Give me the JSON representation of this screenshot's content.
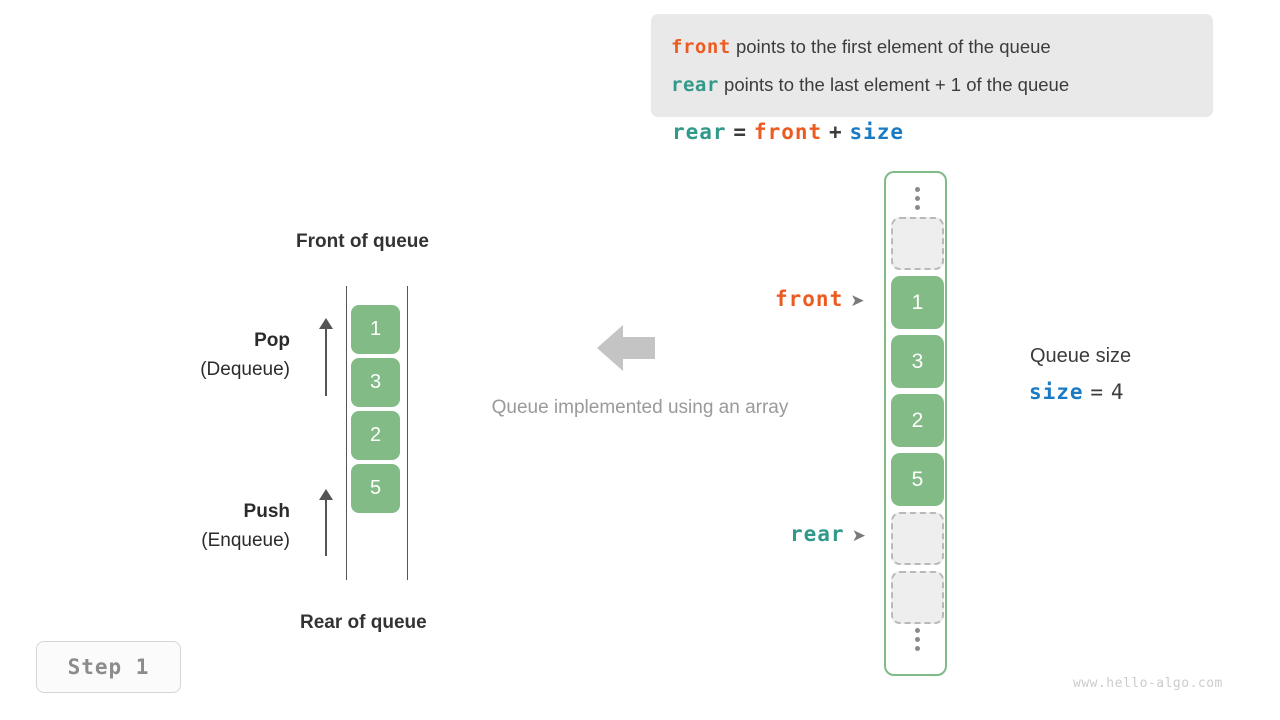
{
  "legend": {
    "lines": [
      {
        "keyword": "front",
        "keyword_color": "#ec5b21",
        "text": "points to the first element of the queue"
      },
      {
        "keyword": "rear",
        "keyword_color": "#31998a",
        "text": "points to the last element + 1 of the queue"
      }
    ],
    "background": "#e9e9e9"
  },
  "formula": {
    "lhs": "rear",
    "eq": "=",
    "rhs1": "front",
    "plus": "+",
    "rhs2": "size"
  },
  "left_panel": {
    "top_label": "Front of queue",
    "bottom_label": "Rear of queue",
    "pop": {
      "main": "Pop",
      "sub": "(Dequeue)"
    },
    "push": {
      "main": "Push",
      "sub": "(Enqueue)"
    },
    "cells": [
      "1",
      "3",
      "2",
      "5"
    ],
    "cell_color": "#82bb86"
  },
  "center": {
    "caption": "Queue implemented using an array",
    "arrow_color": "#c4c4c4"
  },
  "array": {
    "border_color": "#7fba87",
    "top_ellipsis": "⋮",
    "bottom_ellipsis": "⋮",
    "slots": [
      {
        "value": "",
        "state": "empty"
      },
      {
        "value": "1",
        "state": "filled"
      },
      {
        "value": "3",
        "state": "filled"
      },
      {
        "value": "2",
        "state": "filled"
      },
      {
        "value": "5",
        "state": "filled"
      },
      {
        "value": "",
        "state": "empty"
      },
      {
        "value": "",
        "state": "empty"
      }
    ],
    "pointers": [
      {
        "label": "front",
        "color": "#ec5b21",
        "caret": "➤",
        "target_index": 1
      },
      {
        "label": "rear",
        "color": "#31998a",
        "caret": "➤",
        "target_index": 5
      }
    ]
  },
  "size_info": {
    "title": "Queue size",
    "var": "size",
    "eq": "=",
    "value": "4",
    "var_color": "#1a7bc4"
  },
  "step_badge": {
    "label": "Step 1"
  },
  "watermark": {
    "text": "www.hello-algo.com"
  }
}
